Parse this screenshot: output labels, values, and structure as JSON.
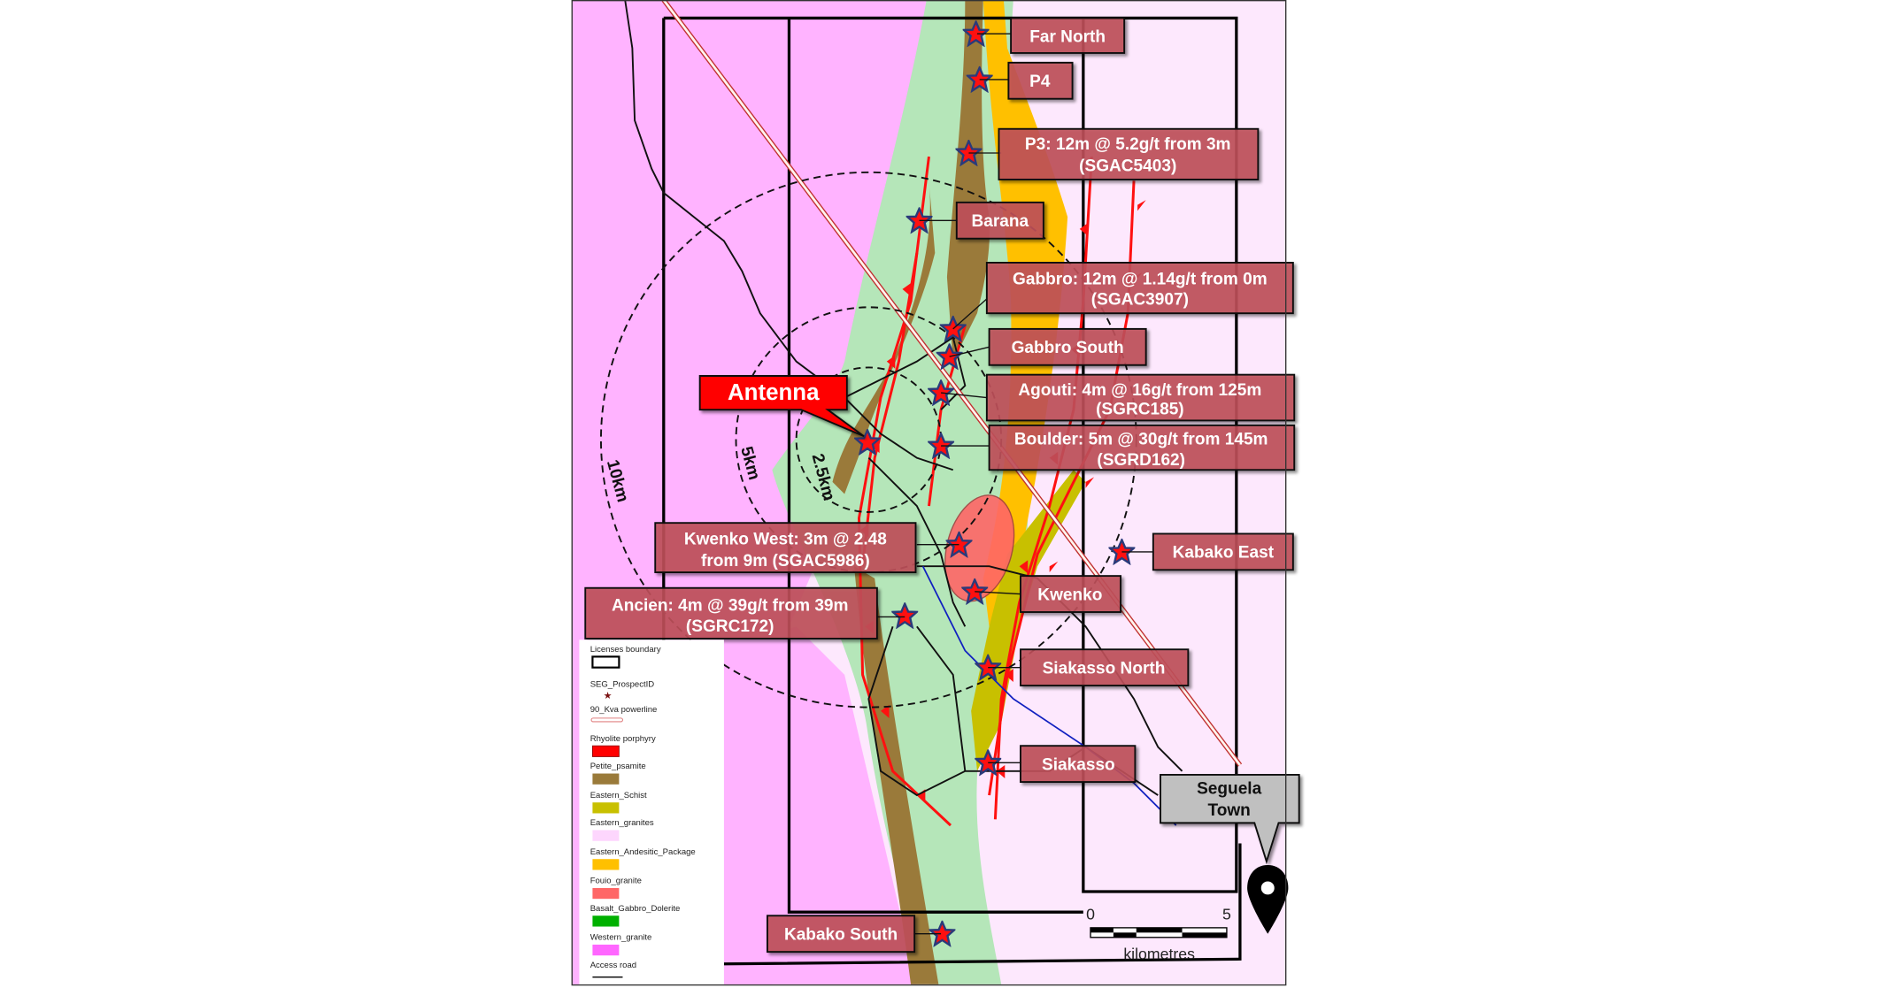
{
  "map": {
    "colors": {
      "western_granite": "#ffb3ff",
      "eastern_granites": "#fde8fd",
      "basalt_gabbro_dolerite_zone": "#b5e6b9",
      "petite_psamite": "#9a7a3a",
      "eastern_schist": "#c8c000",
      "eastern_andesitic_package": "#ffc000",
      "fouio_granite": "#ff6666",
      "rhyolite_porphyry": "#ff0000",
      "label_fill": "#c0505a",
      "label_fill_alpha": 0.85,
      "antenna_fill": "#ff0000",
      "town_fill": "#c0c0c0"
    },
    "radius_rings": {
      "r1": "2.5km",
      "r2": "5km",
      "r3": "10km"
    },
    "prospects": [
      {
        "id": "far_north",
        "line1": "Far North",
        "line2": ""
      },
      {
        "id": "p4",
        "line1": "P4",
        "line2": ""
      },
      {
        "id": "p3",
        "line1": "P3: 12m @ 5.2g/t from 3m",
        "line2": "(SGAC5403)"
      },
      {
        "id": "barana",
        "line1": "Barana",
        "line2": ""
      },
      {
        "id": "gabbro",
        "line1": "Gabbro: 12m @ 1.14g/t from 0m",
        "line2": "(SGAC3907)"
      },
      {
        "id": "gabbro_south",
        "line1": "Gabbro South",
        "line2": ""
      },
      {
        "id": "antenna",
        "line1": "Antenna",
        "line2": ""
      },
      {
        "id": "agouti",
        "line1": "Agouti: 4m @ 16g/t from 125m",
        "line2": "(SGRC185)"
      },
      {
        "id": "boulder",
        "line1": "Boulder: 5m @ 30g/t from 145m",
        "line2": "(SGRD162)"
      },
      {
        "id": "kwenko_west",
        "line1": "Kwenko West: 3m @ 2.48",
        "line2": "from 9m (SGAC5986)"
      },
      {
        "id": "kabako_east",
        "line1": "Kabako East",
        "line2": ""
      },
      {
        "id": "kwenko",
        "line1": "Kwenko",
        "line2": ""
      },
      {
        "id": "ancien",
        "line1": "Ancien: 4m @ 39g/t from 39m",
        "line2": "(SGRC172)"
      },
      {
        "id": "siakasso_north",
        "line1": "Siakasso North",
        "line2": ""
      },
      {
        "id": "siakasso",
        "line1": "Siakasso",
        "line2": ""
      },
      {
        "id": "kabako_south",
        "line1": "Kabako South",
        "line2": ""
      }
    ],
    "town": {
      "line1": "Seguela",
      "line2": "Town"
    },
    "scale_bar": {
      "start": "0",
      "end": "5",
      "unit": "kilometres"
    },
    "legend": {
      "items": [
        {
          "label": "Licenses boundary",
          "symbol": "box-outline"
        },
        {
          "label": "SEG_ProspectID",
          "symbol": "star"
        },
        {
          "label": "90_Kva powerline",
          "symbol": "double-line"
        },
        {
          "label": "Rhyolite porphyry",
          "color": "#ff0000"
        },
        {
          "label": "Petite_psamite",
          "color": "#9a7a3a"
        },
        {
          "label": "Eastern_Schist",
          "color": "#c8c000"
        },
        {
          "label": "Eastern_granites",
          "color": "#fdd6fd"
        },
        {
          "label": "Eastern_Andesitic_Package",
          "color": "#ffc000"
        },
        {
          "label": "Fouio_granite",
          "color": "#ff6666"
        },
        {
          "label": "Basalt_Gabbro_Dolerite",
          "color": "#00b000"
        },
        {
          "label": "Western_granite",
          "color": "#ff66ff"
        },
        {
          "label": "Access road",
          "symbol": "line"
        }
      ]
    }
  }
}
